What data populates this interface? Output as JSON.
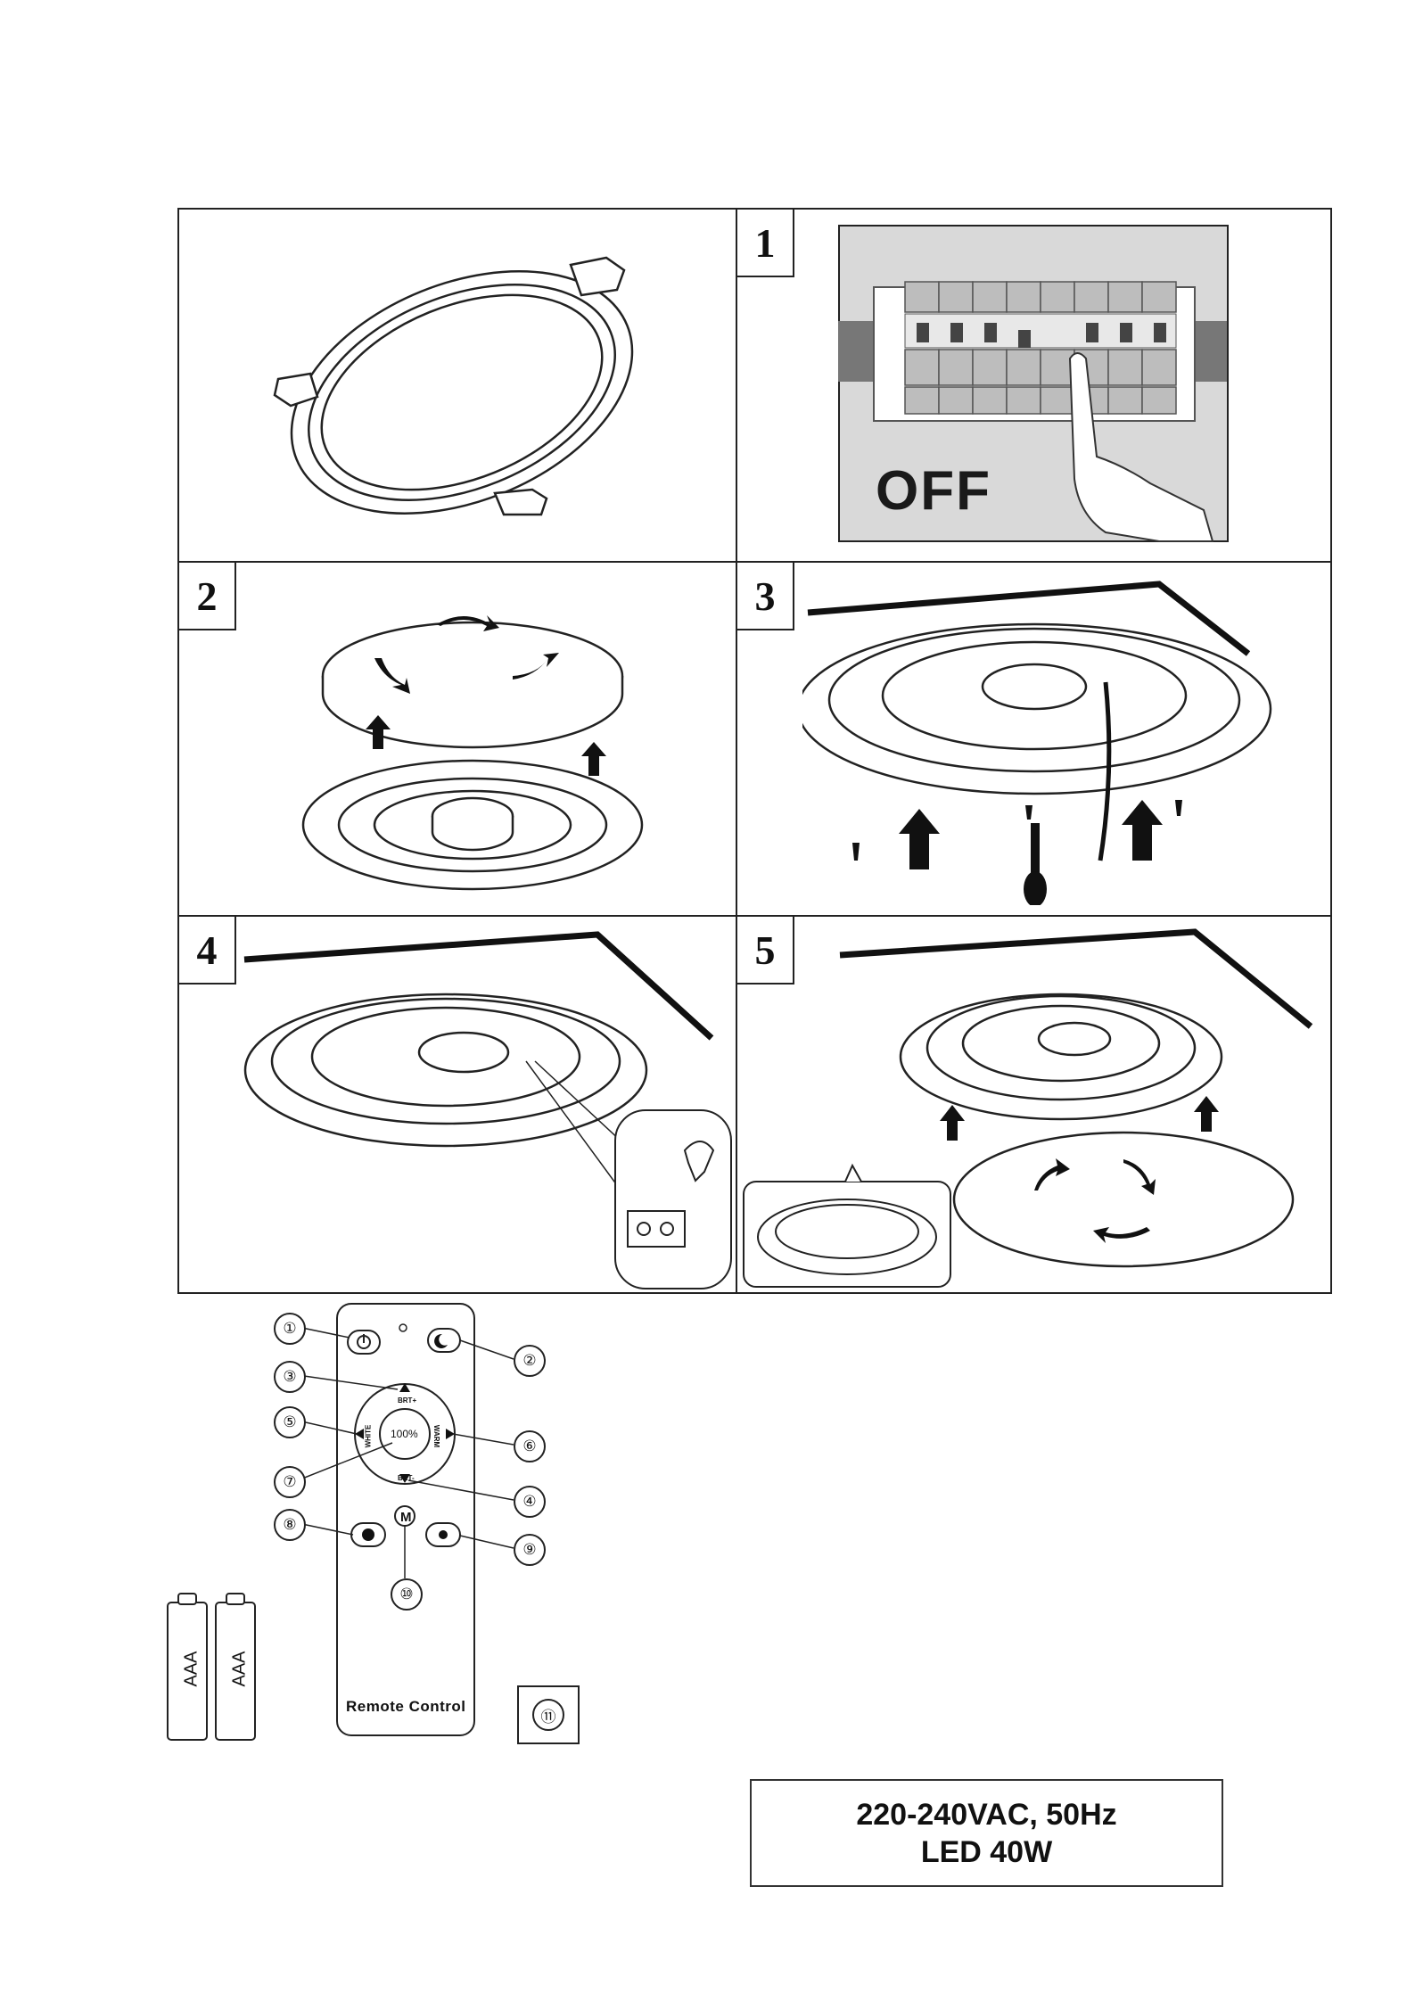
{
  "steps": {
    "s1": "1",
    "s2": "2",
    "s3": "3",
    "s4": "4",
    "s5": "5"
  },
  "breaker": {
    "off_label": "OFF"
  },
  "remote": {
    "title": "Remote Control",
    "center_label": "100%",
    "up_label": "BRT+",
    "down_label": "BRT-",
    "left_label": "WHITE",
    "right_label": "WARM",
    "m_label": "M",
    "callouts": [
      "①",
      "②",
      "③",
      "④",
      "⑤",
      "⑥",
      "⑦",
      "⑧",
      "⑨",
      "⑩"
    ],
    "accessory_callout": "⑪"
  },
  "batteries": [
    "AAA",
    "AAA"
  ],
  "spec": {
    "line1": "220-240VAC, 50Hz",
    "line2": "LED 40W"
  },
  "icons": [
    "power-icon",
    "night-mode-icon",
    "arrow-up-icon",
    "arrow-down-icon",
    "arrow-left-icon",
    "arrow-right-icon",
    "bright-sun-icon",
    "dim-sun-icon",
    "screwdriver-icon",
    "screw-icon",
    "hand-icon"
  ]
}
